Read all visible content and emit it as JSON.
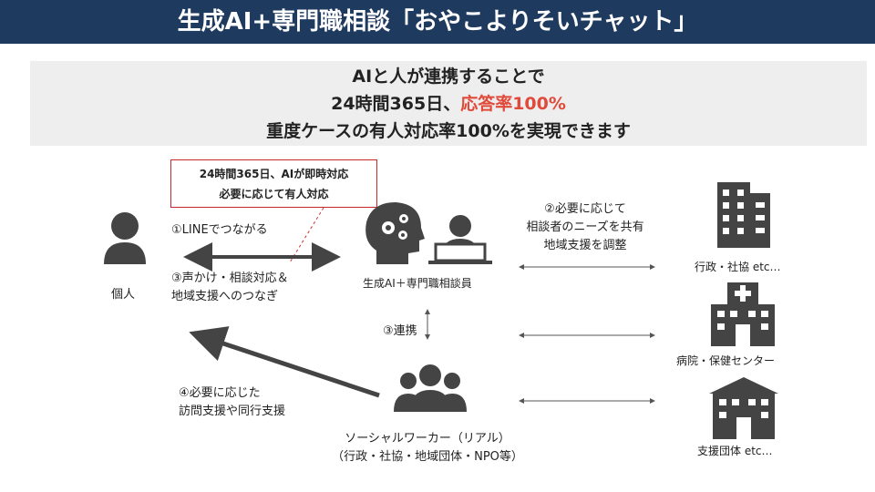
{
  "header": {
    "title": "生成AI+専門職相談「おやこよりそいチャット」"
  },
  "banner": {
    "line1": "AIと人が連携することで",
    "line2_prefix": "24時間365日、",
    "line2_accent": "応答率100%",
    "line3": "重度ケースの有人対応率100%を実現できます"
  },
  "callout": {
    "line1": "24時間365日、AIが即時対応",
    "line2": "必要に応じて有人対応"
  },
  "nodes": {
    "individual": "個人",
    "ai_staff": "生成AI＋専門職相談員",
    "social_worker_line1": "ソーシャルワーカー（リアル）",
    "social_worker_line2": "（行政・社協・地域団体・NPO等）",
    "gov": "行政・社協 etc…",
    "hospital": "病院・保健センター",
    "support": "支援団体 etc…"
  },
  "edges": {
    "step1": "①LINEでつながる",
    "step3a_line1": "③声かけ・相談対応＆",
    "step3a_line2": "地域支援へのつなぎ",
    "step2_line1": "②必要に応じて",
    "step2_line2": "相談者のニーズを共有",
    "step2_line3": "地域支援を調整",
    "step3b": "③連携",
    "step4_line1": "④必要に応じた",
    "step4_line2": "訪問支援や同行支援"
  },
  "colors": {
    "header_bg": "#1e3a5f",
    "accent": "#e04a3a",
    "icon": "#444444",
    "callout_border": "#c62828"
  }
}
